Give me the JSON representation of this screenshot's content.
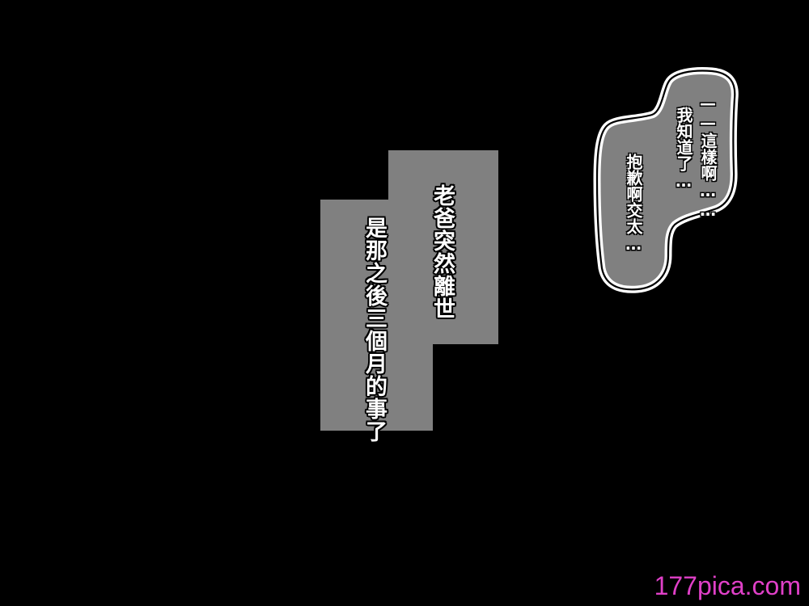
{
  "caption": {
    "line1": "老爸突然離世",
    "line2": "是那之後三個月的事了"
  },
  "bubble": {
    "line1": "——這樣啊……",
    "line2": "我知道了…",
    "line3": "抱歉啊交太…"
  },
  "watermark": "177pica.com",
  "colors": {
    "background": "#000000",
    "caption_box": "#808080",
    "bubble_fill": "#808080",
    "bubble_outline": "#ffffff",
    "text": "#ffffff",
    "watermark": "#e040c8"
  }
}
